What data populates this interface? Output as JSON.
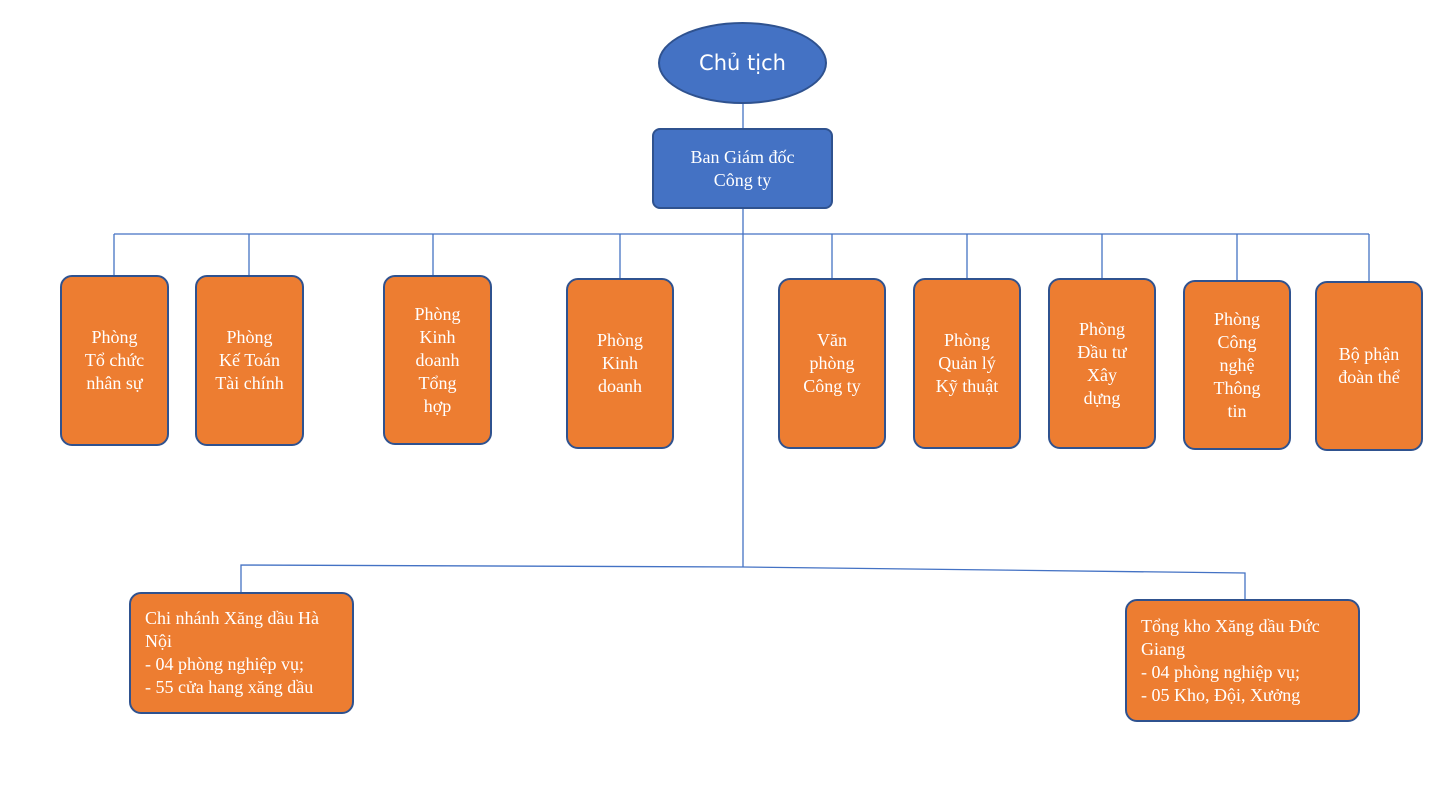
{
  "chart_title": "",
  "colors": {
    "chairman_fill": "#4472C4",
    "board_fill": "#4472C4",
    "department_fill": "#ED7D31",
    "border": "#2F528F",
    "connector": "#4472C4",
    "text": "#FFFFFF"
  },
  "chairman": {
    "label": "Chủ tịch"
  },
  "board": {
    "label": "Ban Giám đốc\nCông ty"
  },
  "departments": [
    {
      "label": "Phòng\nTổ chức\nnhân sự"
    },
    {
      "label": "Phòng\nKế Toán\nTài chính"
    },
    {
      "label": "Phòng\nKinh\ndoanh\nTổng\nhợp"
    },
    {
      "label": "Phòng\nKinh\ndoanh"
    },
    {
      "label": "Văn\nphòng\nCông ty"
    },
    {
      "label": "Phòng\nQuản lý\nKỹ thuật"
    },
    {
      "label": "Phòng\nĐầu tư\nXây\ndựng"
    },
    {
      "label": "Phòng\nCông\nnghệ\nThông\ntin"
    },
    {
      "label": "Bộ phận\nđoàn thể"
    }
  ],
  "branches": [
    {
      "label": "Chi nhánh Xăng dầu Hà\nNội\n- 04 phòng nghiệp vụ;\n - 55 cửa hang xăng dầu"
    },
    {
      "label": "Tổng kho Xăng dầu Đức\nGiang\n- 04 phòng nghiệp vụ;\n- 05 Kho, Đội, Xưởng"
    }
  ]
}
